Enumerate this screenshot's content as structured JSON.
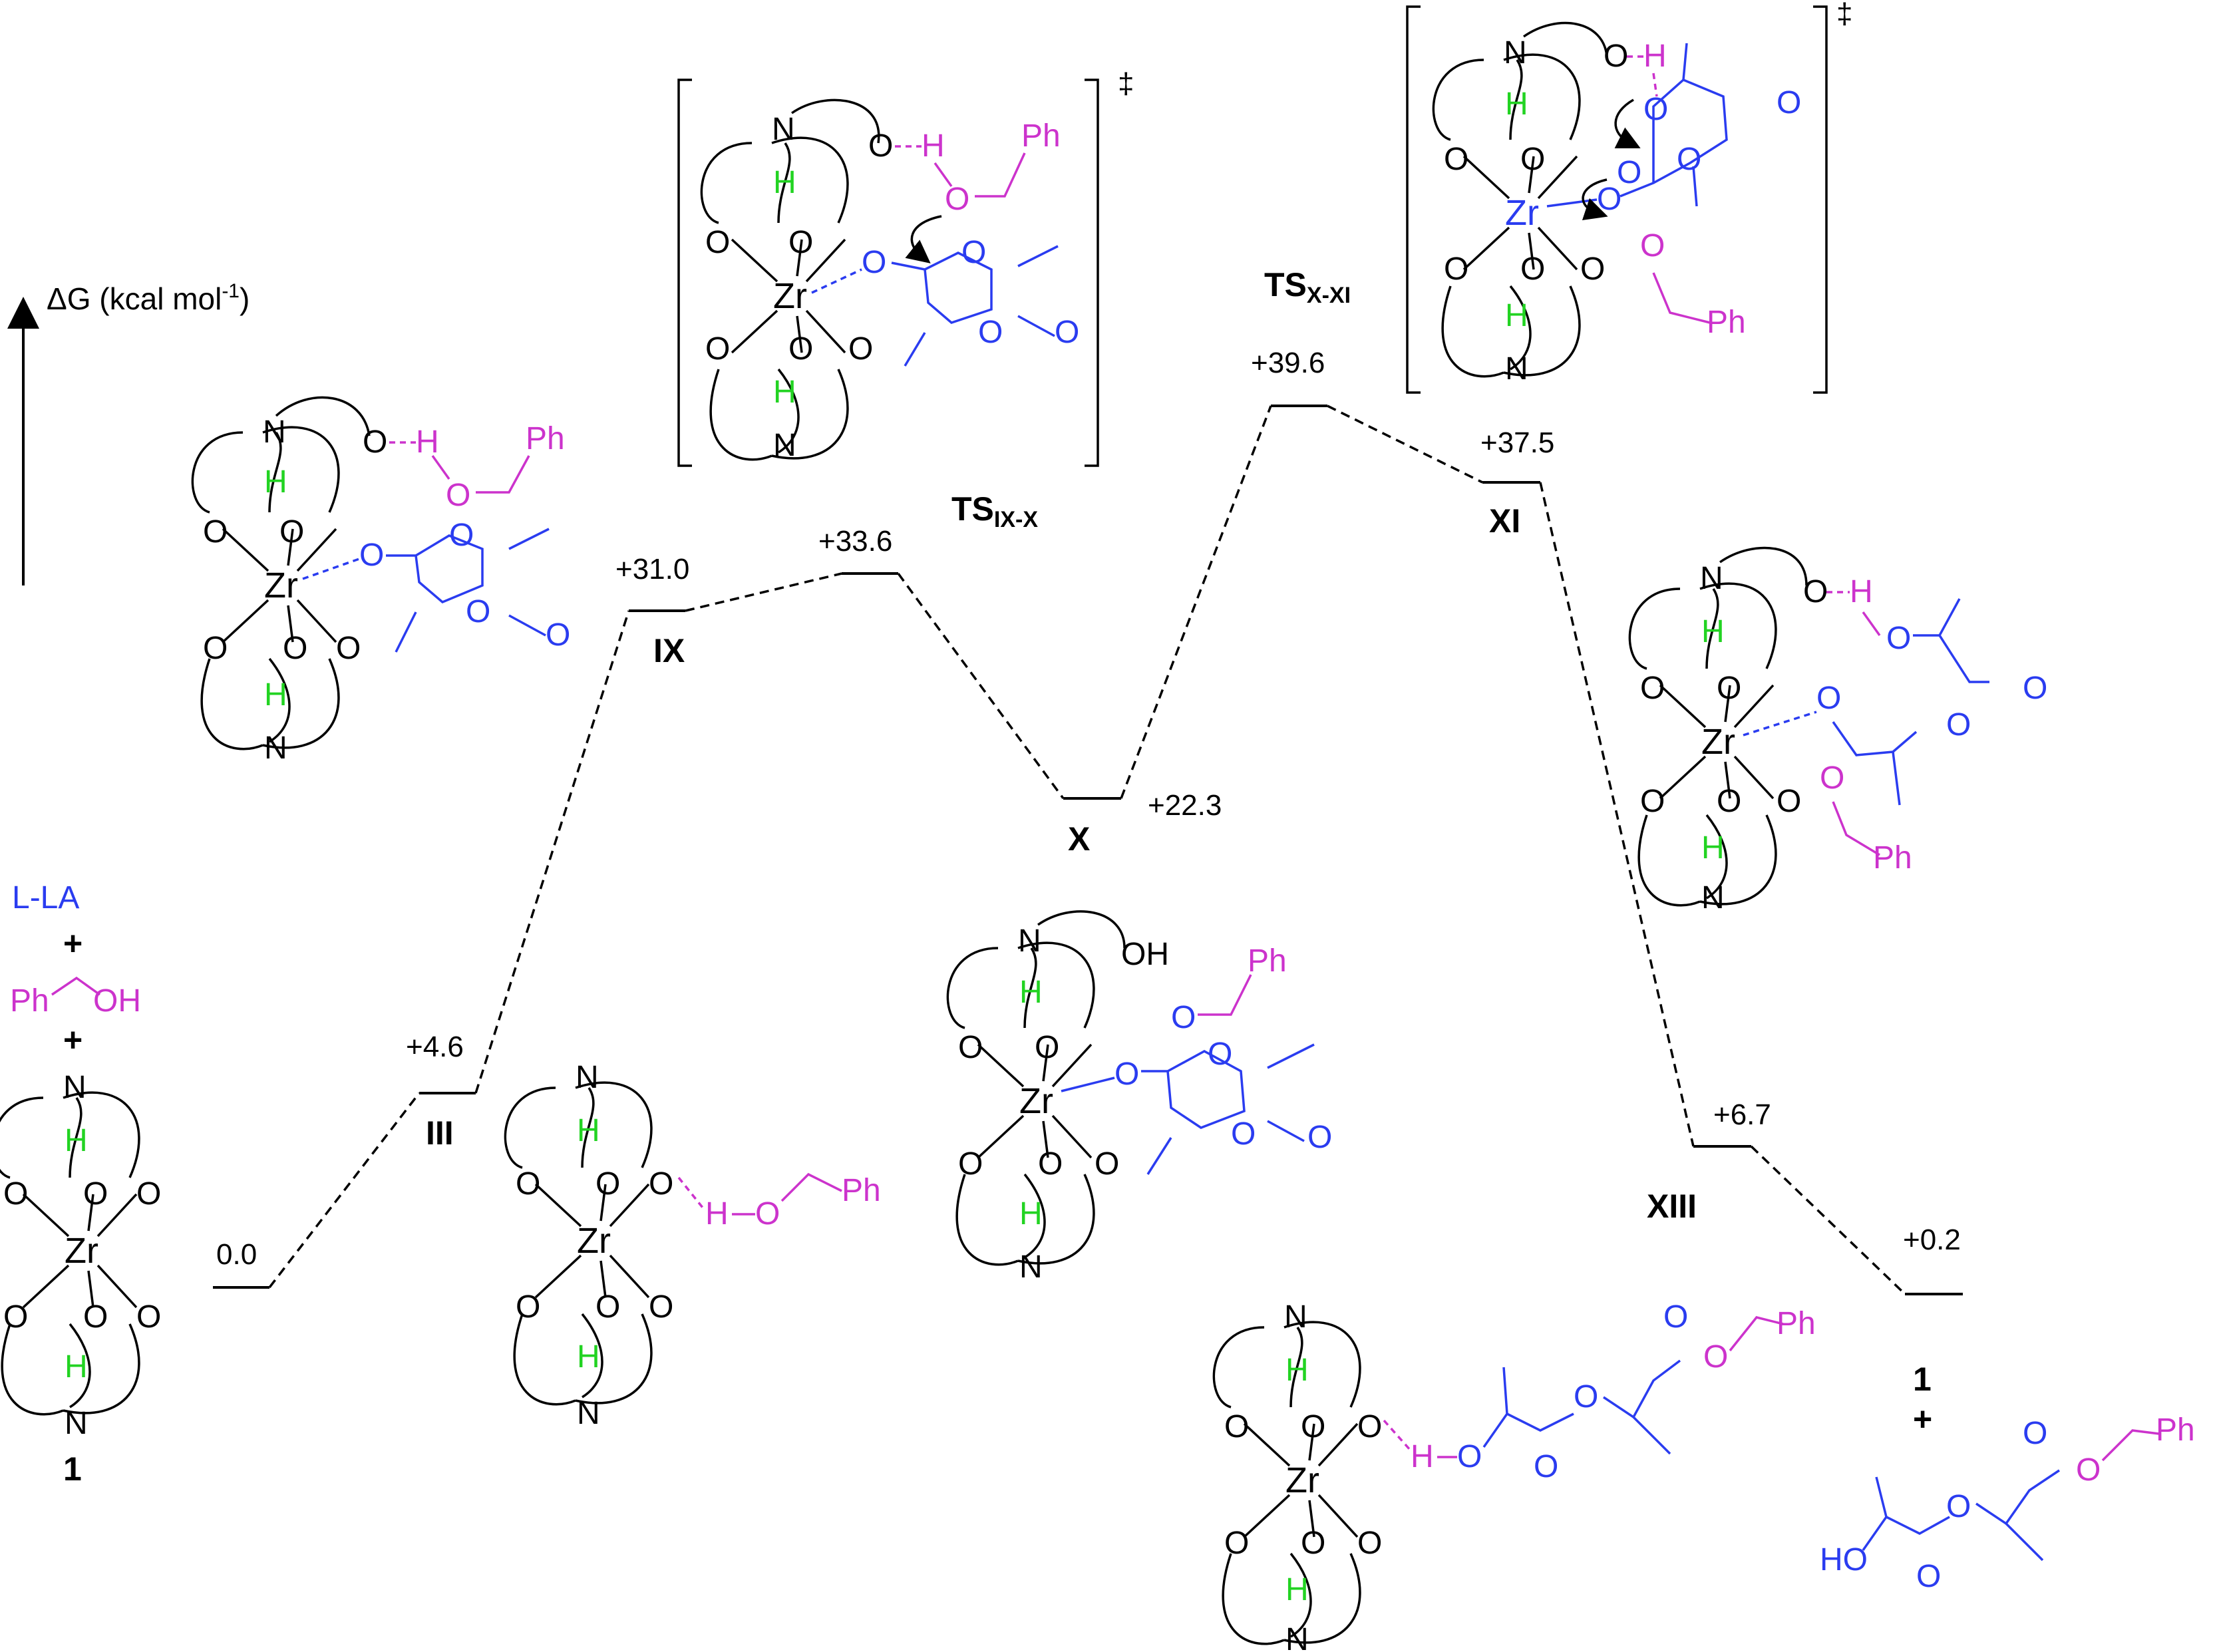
{
  "axis": {
    "label": "ΔG (kcal mol",
    "sup": "-1",
    "close": ")"
  },
  "species": {
    "s1": {
      "label": "1",
      "energy": "0.0"
    },
    "III": {
      "label": "III",
      "energy": "+4.6"
    },
    "IX": {
      "label": "IX",
      "energy": "+31.0"
    },
    "TS1": {
      "label": "TS",
      "sub": "IX-X",
      "energy": "+33.6"
    },
    "X": {
      "label": "X",
      "energy": "+22.3"
    },
    "TS2": {
      "label": "TS",
      "sub": "X-XI",
      "energy": "+39.6"
    },
    "XI": {
      "label": "XI",
      "energy": "+37.5"
    },
    "XIII": {
      "label": "XIII",
      "energy": "+6.7"
    },
    "final": {
      "label": "1",
      "energy": "+0.2"
    }
  },
  "reactants": {
    "lla": "L-LA",
    "plus": "+",
    "ph": "Ph",
    "oh": "OH"
  },
  "dagger": "‡",
  "atoms": {
    "N": "N",
    "H": "H",
    "O": "O",
    "Zr": "Zr",
    "Ph": "Ph",
    "OH": "OH",
    "HO": "HO"
  },
  "colors": {
    "lactide": "#2a3cf0",
    "benzyl": "#cc33cc",
    "nh": "#22d322"
  }
}
